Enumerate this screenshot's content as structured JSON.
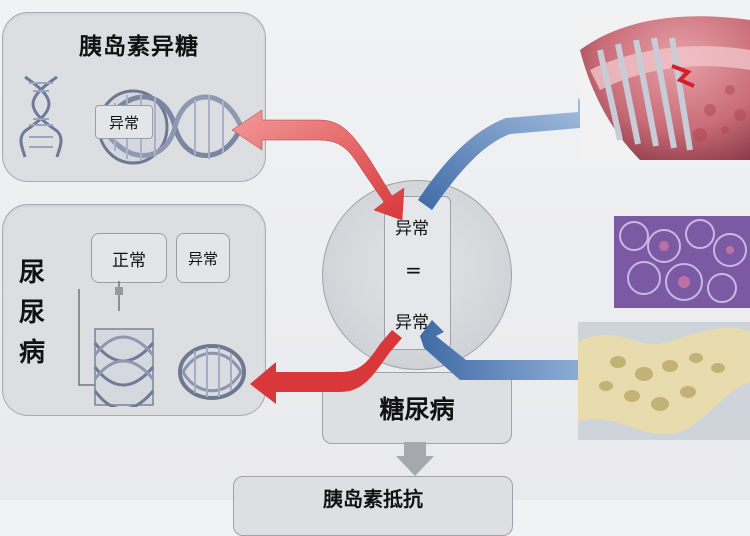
{
  "insulin_panel": {
    "title": "胰岛素异糖",
    "inner_label": "异常"
  },
  "urine_panel": {
    "vertical_label": "尿\n尿\n病",
    "box_normal": "正常",
    "box_abnormal": "异常"
  },
  "center": {
    "top": "异常",
    "middle": "=",
    "bottom": "异常"
  },
  "diabetes_label": "糖尿病",
  "bottom_label": "胰岛素抵抗",
  "colors": {
    "red_arrow": "#d8383a",
    "blue_arrow": "#4f7fb8",
    "gray_arrow": "#a5a8ad"
  },
  "icons": [
    "dna-helix-icon",
    "tissue-image",
    "cell-image",
    "bone-image"
  ]
}
